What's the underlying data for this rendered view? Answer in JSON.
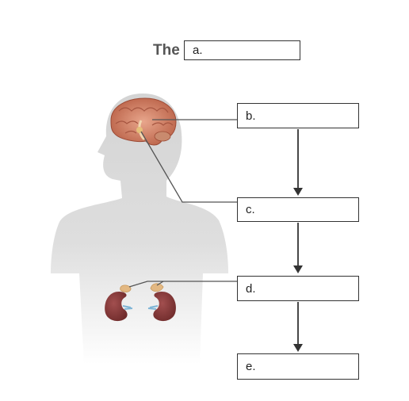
{
  "title": {
    "prefix": "The",
    "blank_label": "a."
  },
  "boxes": [
    {
      "label": "b."
    },
    {
      "label": "c."
    },
    {
      "label": "d."
    },
    {
      "label": "e."
    }
  ],
  "colors": {
    "silhouette": "#d9d9d9",
    "brain": "#c9735a",
    "kidney": "#8a3a3a",
    "adrenal": "#e3b882",
    "line": "#555555",
    "arrow": "#333333"
  }
}
